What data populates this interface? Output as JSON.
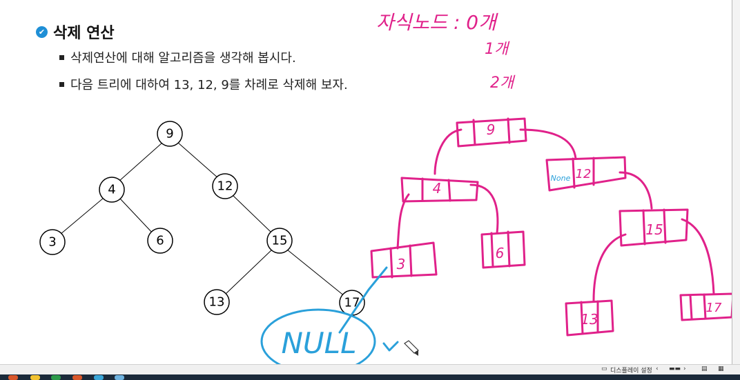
{
  "slide": {
    "heading": "삭제 연산",
    "bullets": [
      "삭제연산에 대해 알고리즘을 생각해 봅시다.",
      "다음 트리에 대하여 13, 12, 9를 차례로 삭제해 보자."
    ]
  },
  "tree": {
    "nodes": [
      "9",
      "4",
      "12",
      "3",
      "6",
      "15",
      "13",
      "17"
    ]
  },
  "annotations": {
    "child_note": "자식노드 : 0개",
    "one": "1개",
    "two": "2개",
    "none": "None",
    "null": "NULL",
    "linked": [
      "9",
      "4",
      "12",
      "3",
      "6",
      "15",
      "13",
      "17"
    ]
  },
  "statusbar": {
    "display_settings": "디스플레이 설정",
    "zoom_left": "‹",
    "zoom_right": "›"
  },
  "colors": {
    "ink": "#e0218a",
    "blue_ink": "#2aa0da",
    "check": "#1f8fd6"
  }
}
